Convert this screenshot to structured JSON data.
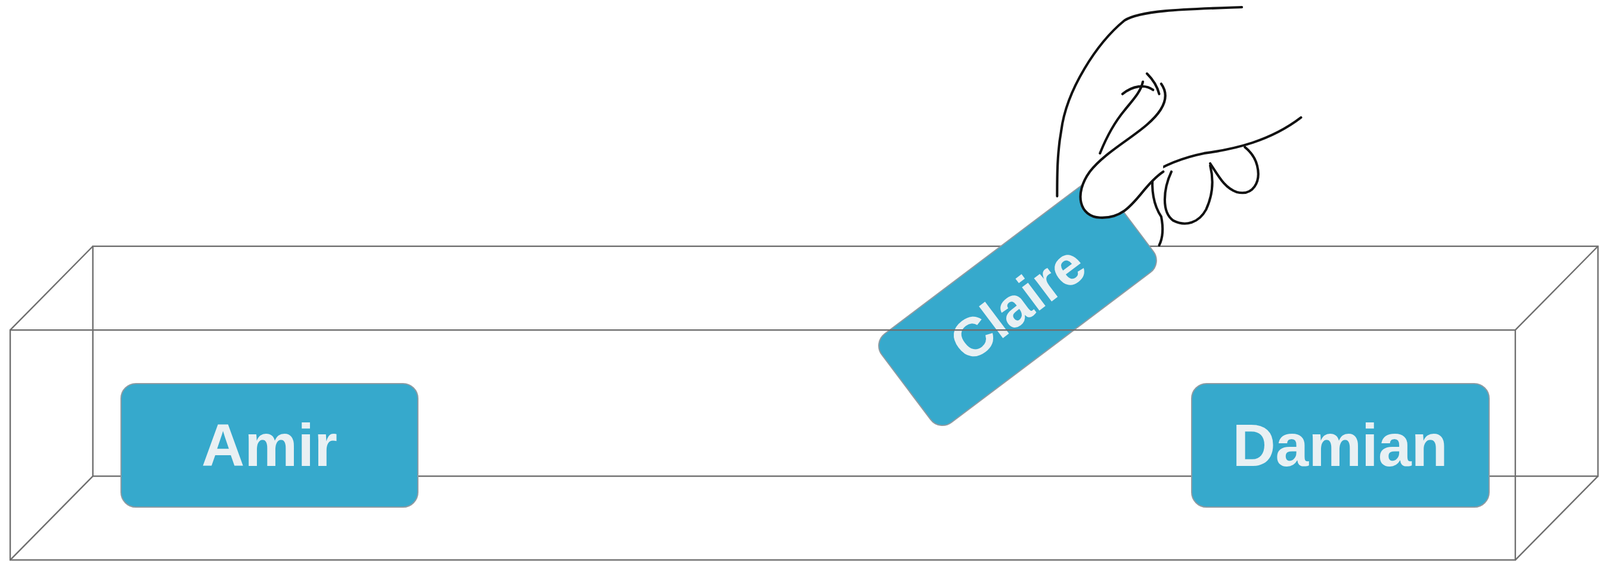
{
  "diagram": {
    "nodes": [
      {
        "text": [
          "Amir"
        ]
      },
      {
        "text": [
          "Claire"
        ]
      },
      {
        "text": [
          "Damian"
        ]
      }
    ]
  }
}
